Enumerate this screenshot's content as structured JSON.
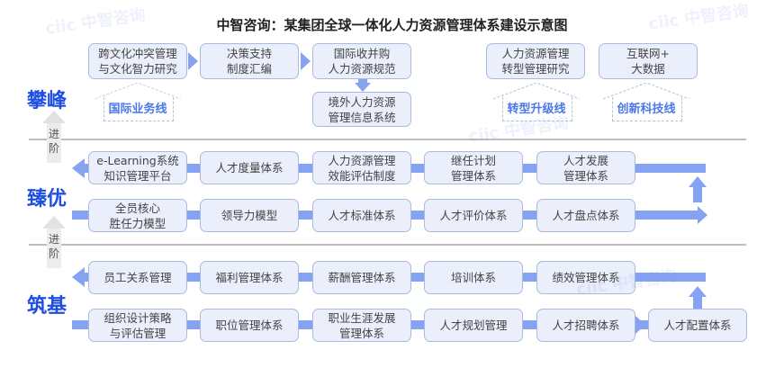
{
  "title": "中智咨询：某集团全球一体化人力资源管理体系建设示意图",
  "watermark": "ciic 中智咨询",
  "levels": {
    "top": "攀峰",
    "middle": "臻优",
    "bottom": "筑基"
  },
  "advance_label": "进\n阶",
  "peak": {
    "boxes": [
      "跨文化冲突管理\n与文化智力研究",
      "决策支持\n制度汇编",
      "国际收并购\n人力资源规范",
      "境外人力资源\n管理信息系统",
      "人力资源管理\n转型管理研究",
      "互联网+\n大数据"
    ],
    "lines": [
      "国际业务线",
      "转型升级线",
      "创新科技线"
    ]
  },
  "excellence": {
    "row1": [
      "e-Learning系统\n知识管理平台",
      "人才度量体系",
      "人力资源管理\n效能评估制度",
      "继任计划\n管理体系",
      "人才发展\n管理体系"
    ],
    "row2": [
      "全员核心\n胜任力模型",
      "领导力模型",
      "人才标准体系",
      "人才评价体系",
      "人才盘点体系"
    ]
  },
  "foundation": {
    "row1": [
      "员工关系管理",
      "福利管理体系",
      "薪酬管理体系",
      "培训体系",
      "绩效管理体系"
    ],
    "row2": [
      "组织设计策略\n与评估管理",
      "职位管理体系",
      "职业生涯发展\n管理体系",
      "人才规划管理",
      "人才招聘体系",
      "人才配置体系"
    ]
  },
  "colors": {
    "accent": "#1f4fe0",
    "connector": "#86a2f3",
    "box_bg": "#eaeffb",
    "box_border": "#a9badf"
  }
}
